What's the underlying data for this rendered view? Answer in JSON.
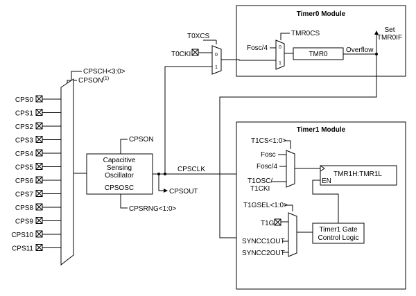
{
  "timer0": {
    "title": "Timer0 Module",
    "t0xcs": "T0XCS",
    "t0cki": "T0CKI",
    "tmr0cs": "TMR0CS",
    "fosc4": "Fosc/4",
    "tmr0": "TMR0",
    "overflow": "Overflow",
    "set": "Set",
    "tmr0if": "TMR0IF",
    "mux_in0": "0",
    "mux_in1": "1"
  },
  "cps": {
    "cpsch": "CPSCH<3:0>",
    "cpson_top": "CPSON",
    "cpson_sup": "(1)",
    "pins": [
      "CPS0",
      "CPS1",
      "CPS2",
      "CPS3",
      "CPS4",
      "CPS5",
      "CPS6",
      "CPS7",
      "CPS8",
      "CPS9",
      "CPS10",
      "CPS11"
    ]
  },
  "oscillator": {
    "line1": "Capacitive",
    "line2": "Sensing",
    "line3": "Oscillator",
    "line4": "CPSOSC",
    "cpson": "CPSON",
    "cpsrng": "CPSRNG<1:0>",
    "cpsclk": "CPSCLK",
    "cpsout": "CPSOUT"
  },
  "timer1": {
    "title": "Timer1 Module",
    "t1cs": "T1CS<1:0>",
    "fosc": "Fosc",
    "fosc4": "Fosc/4",
    "t1osc": "T1OSC/",
    "t1cki": "T1CKI",
    "tmr1": "TMR1H:TMR1L",
    "en": "EN",
    "t1gsel": "T1GSEL<1:0>",
    "t1g": "T1G",
    "syncc1": "SYNCC1OUT",
    "syncc2": "SYNCC2OUT",
    "gate1": "Timer1 Gate",
    "gate2": "Control Logic"
  }
}
